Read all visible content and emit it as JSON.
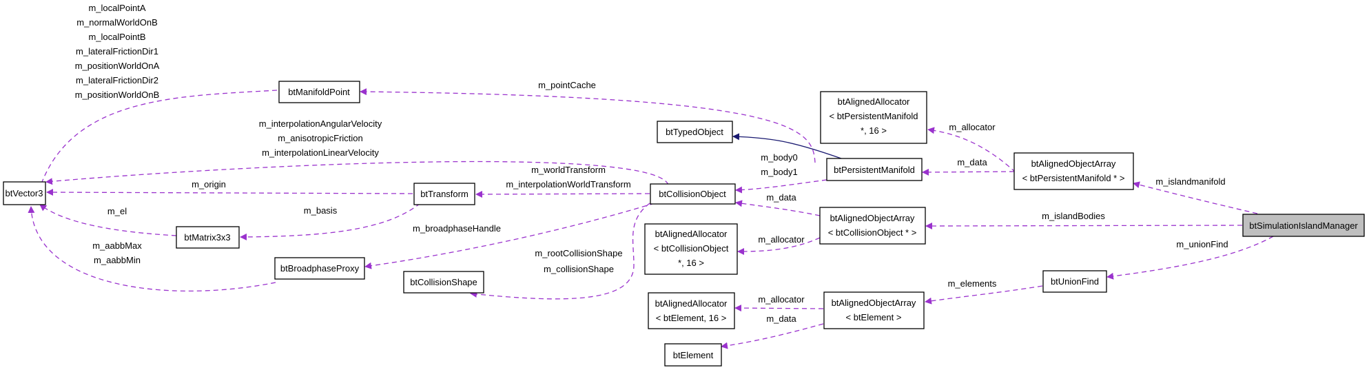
{
  "nodes": {
    "bt_vector3": "btVector3",
    "bt_manifold_point": "btManifoldPoint",
    "bt_transform": "btTransform",
    "bt_matrix3x3": "btMatrix3x3",
    "bt_broadphase_proxy": "btBroadphaseProxy",
    "bt_collision_shape": "btCollisionShape",
    "bt_typed_object": "btTypedObject",
    "bt_collision_object": "btCollisionObject",
    "bt_persistent_manifold": "btPersistentManifold",
    "bt_aligned_allocator_manifold": [
      "btAlignedAllocator",
      "< btPersistentManifold",
      "*, 16 >"
    ],
    "bt_aligned_allocator_colobj": [
      "btAlignedAllocator",
      "< btCollisionObject",
      "*, 16 >"
    ],
    "bt_aligned_allocator_element": [
      "btAlignedAllocator",
      "< btElement, 16 >"
    ],
    "bt_aligned_array_manifold": [
      "btAlignedObjectArray",
      "< btPersistentManifold * >"
    ],
    "bt_aligned_array_colobj": [
      "btAlignedObjectArray",
      "< btCollisionObject * >"
    ],
    "bt_aligned_array_element": [
      "btAlignedObjectArray",
      "< btElement >"
    ],
    "bt_element": "btElement",
    "bt_union_find": "btUnionFind",
    "bt_simulation_island_manager": "btSimulationIslandManager"
  },
  "edge_labels": {
    "manifoldpoint_vector3": [
      "m_localPointA",
      "m_normalWorldOnB",
      "m_localPointB",
      "m_lateralFrictionDir1",
      "m_positionWorldOnA",
      "m_lateralFrictionDir2",
      "m_positionWorldOnB"
    ],
    "colobj_vector3": [
      "m_interpolationAngularVelocity",
      "m_anisotropicFriction",
      "m_interpolationLinearVelocity"
    ],
    "transform_vector3": "m_origin",
    "matrix_vector3": "m_el",
    "proxy_vector3": [
      "m_aabbMax",
      "m_aabbMin"
    ],
    "transform_matrix": "m_basis",
    "manifold_manifoldpoint": "m_pointCache",
    "colobj_transform": [
      "m_worldTransform",
      "m_interpolationWorldTransform"
    ],
    "colobj_proxy": "m_broadphaseHandle",
    "colobj_shape": [
      "m_rootCollisionShape",
      "m_collisionShape"
    ],
    "manifold_colobj": [
      "m_body0",
      "m_body1"
    ],
    "arraycolobj_colobj": "m_data",
    "arraycolobj_allocator": "m_allocator",
    "arraymanifold_allocator": "m_allocator",
    "arraymanifold_manifold": "m_data",
    "island_arraymanifold": "m_islandmanifold",
    "island_arraycolobj": "m_islandBodies",
    "island_unionfind": "m_unionFind",
    "unionfind_arrayelement": "m_elements",
    "arrayelement_allocator": "m_allocator",
    "arrayelement_element": "m_data"
  },
  "colors": {
    "usage_edge": "#9a32cd",
    "inheritance_edge": "#191970",
    "root_fill": "#bfbfbf"
  }
}
